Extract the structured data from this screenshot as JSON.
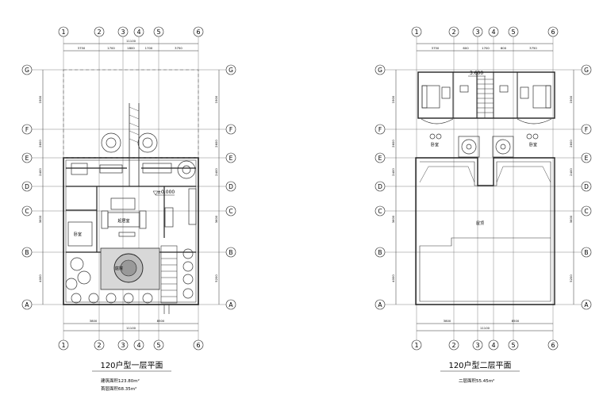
{
  "plans": [
    {
      "id": "floor1",
      "grid_columns": [
        "1",
        "2",
        "3",
        "4",
        "5",
        "6"
      ],
      "grid_rows": [
        "G",
        "F",
        "E",
        "D",
        "C",
        "B",
        "A"
      ],
      "top_dims": [
        "3750",
        "1700",
        "1800",
        "1700",
        "3750"
      ],
      "top_total": "11100",
      "bottom_dims": [
        "3800",
        "8500"
      ],
      "bottom_total": "11100",
      "left_dims": [
        "1900",
        "2600",
        "2400",
        "3600",
        "4000"
      ],
      "right_dims": [
        "1900",
        "2600",
        "2400",
        "3600",
        "5200"
      ],
      "rooms": [
        {
          "key": "living",
          "label": "起居室"
        },
        {
          "key": "court",
          "label": "庭院"
        },
        {
          "key": "bed1",
          "label": "卧室"
        }
      ],
      "level": "±0.000",
      "title": "120户型一层平面",
      "area_lines": [
        "建筑面积123.80m²",
        "首层面积68.35m²"
      ]
    },
    {
      "id": "floor2",
      "grid_columns": [
        "1",
        "2",
        "3",
        "4",
        "5",
        "6"
      ],
      "grid_rows": [
        "G",
        "F",
        "E",
        "D",
        "C",
        "B",
        "A"
      ],
      "top_dims": [
        "3750",
        "600",
        "1700",
        "600",
        "3750"
      ],
      "top_total": "",
      "bottom_dims": [
        "3800",
        "8500"
      ],
      "bottom_total": "11100",
      "left_dims": [
        "1900",
        "2600",
        "2400",
        "3600",
        "4000"
      ],
      "right_dims": [
        "1900",
        "2600",
        "2400",
        "3600",
        "5200"
      ],
      "rooms": [
        {
          "key": "roof",
          "label": "屋顶"
        },
        {
          "key": "bedL",
          "label": "卧室"
        },
        {
          "key": "bedR",
          "label": "卧室"
        }
      ],
      "level": "3.600",
      "title": "120户型二层平面",
      "area_lines": [
        "二层面积55.45m²"
      ]
    }
  ]
}
